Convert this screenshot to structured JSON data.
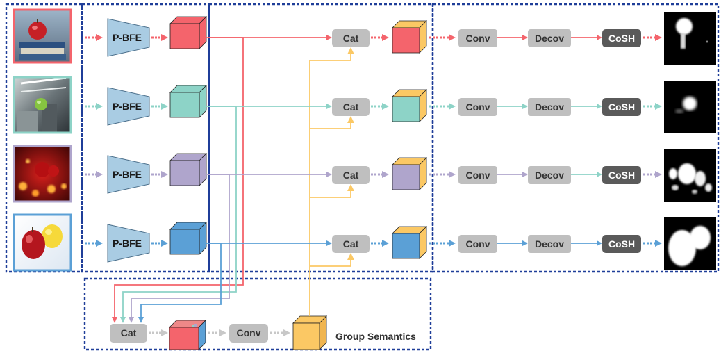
{
  "colors": {
    "red": "#f4646c",
    "teal": "#8dd3c7",
    "purple": "#afa5cc",
    "blue": "#5ba0d6",
    "yellow": "#fbc864",
    "gray_box": "#bfbfbf",
    "dark_box": "#5a5a5a",
    "trapezoid": "#a9cce3",
    "dashed_border": "#1f3e99"
  },
  "rows": [
    {
      "encoder": "P-BFE",
      "cat": "Cat",
      "conv": "Conv",
      "decov": "Decov",
      "cosh": "CoSH",
      "thumbnail": "apple-on-books-icon",
      "mask": "saliency-mask-apple-icon"
    },
    {
      "encoder": "P-BFE",
      "cat": "Cat",
      "conv": "Conv",
      "decov": "Decov",
      "cosh": "CoSH",
      "thumbnail": "apple-in-subway-icon",
      "mask": "saliency-mask-small-icon"
    },
    {
      "encoder": "P-BFE",
      "cat": "Cat",
      "conv": "Conv",
      "decov": "Decov",
      "cosh": "CoSH",
      "thumbnail": "red-apples-candles-icon",
      "mask": "saliency-mask-multi-icon"
    },
    {
      "encoder": "P-BFE",
      "cat": "Cat",
      "conv": "Conv",
      "decov": "Decov",
      "cosh": "CoSH",
      "thumbnail": "apple-and-lemon-icon",
      "mask": "saliency-mask-large-icon"
    }
  ],
  "group": {
    "cat": "Cat",
    "conv": "Conv",
    "title": "Group Semantics"
  }
}
